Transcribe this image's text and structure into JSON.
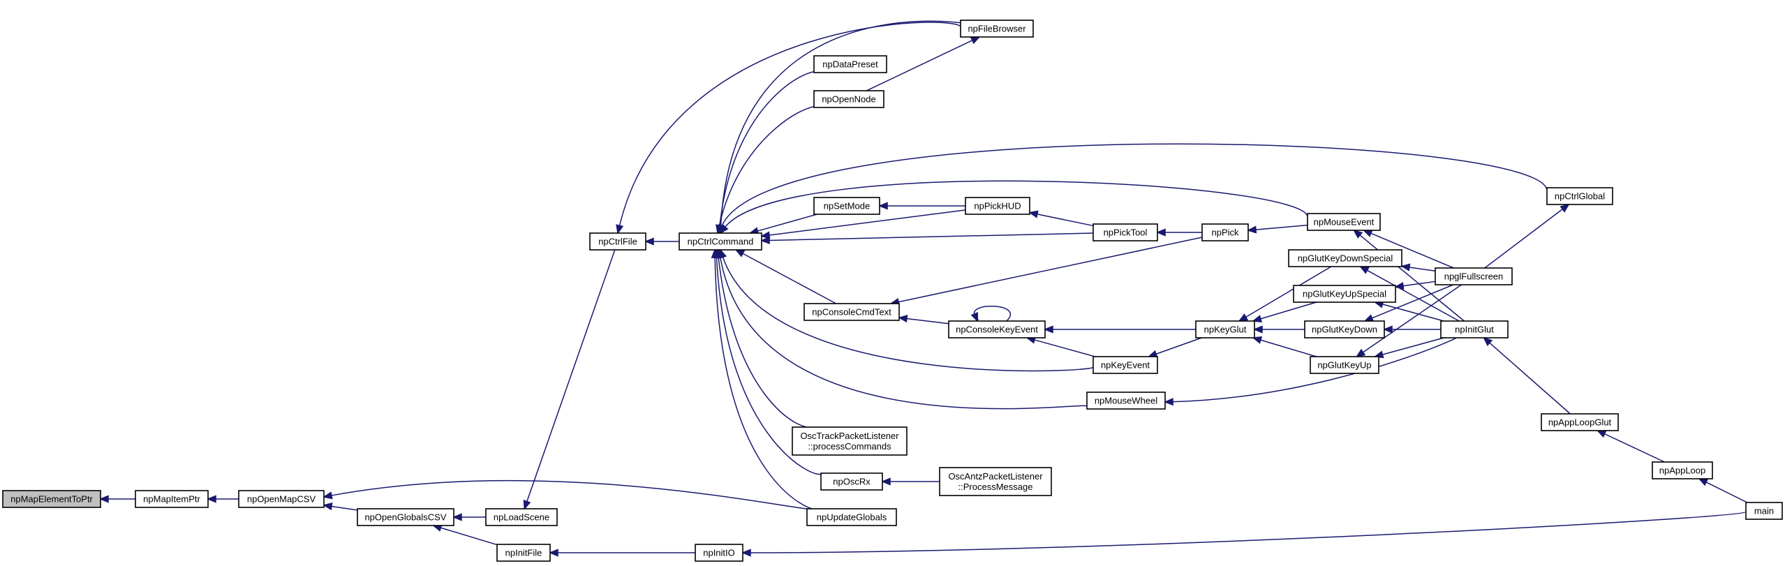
{
  "graph": {
    "title": "",
    "colors": {
      "edge": "#191970",
      "node_border": "#000000",
      "root_fill": "#c0c0c0",
      "node_fill": "#ffffff"
    },
    "nodes": [
      {
        "id": "npMapElementToPtr",
        "lines": [
          "npMapElementToPtr"
        ],
        "root": true
      },
      {
        "id": "npMapItemPtr",
        "lines": [
          "npMapItemPtr"
        ]
      },
      {
        "id": "npOpenMapCSV",
        "lines": [
          "npOpenMapCSV"
        ]
      },
      {
        "id": "npOpenGlobalsCSV",
        "lines": [
          "npOpenGlobalsCSV"
        ]
      },
      {
        "id": "npLoadScene",
        "lines": [
          "npLoadScene"
        ]
      },
      {
        "id": "npInitFile",
        "lines": [
          "npInitFile"
        ]
      },
      {
        "id": "npCtrlFile",
        "lines": [
          "npCtrlFile"
        ]
      },
      {
        "id": "npCtrlCommand",
        "lines": [
          "npCtrlCommand"
        ]
      },
      {
        "id": "npInitIO",
        "lines": [
          "npInitIO"
        ]
      },
      {
        "id": "npFileBrowser",
        "lines": [
          "npFileBrowser"
        ]
      },
      {
        "id": "npDataPreset",
        "lines": [
          "npDataPreset"
        ]
      },
      {
        "id": "npOpenNode",
        "lines": [
          "npOpenNode"
        ]
      },
      {
        "id": "npSetMode",
        "lines": [
          "npSetMode"
        ]
      },
      {
        "id": "npPickHUD",
        "lines": [
          "npPickHUD"
        ]
      },
      {
        "id": "npPickTool",
        "lines": [
          "npPickTool"
        ]
      },
      {
        "id": "npPick",
        "lines": [
          "npPick"
        ]
      },
      {
        "id": "npMouseEvent",
        "lines": [
          "npMouseEvent"
        ]
      },
      {
        "id": "npCtrlGlobal",
        "lines": [
          "npCtrlGlobal"
        ]
      },
      {
        "id": "npConsoleCmdText",
        "lines": [
          "npConsoleCmdText"
        ]
      },
      {
        "id": "npConsoleKeyEvent",
        "lines": [
          "npConsoleKeyEvent"
        ]
      },
      {
        "id": "npKeyGlut",
        "lines": [
          "npKeyGlut"
        ]
      },
      {
        "id": "npKeyEvent",
        "lines": [
          "npKeyEvent"
        ]
      },
      {
        "id": "npMouseWheel",
        "lines": [
          "npMouseWheel"
        ]
      },
      {
        "id": "OscTrackPacketListener",
        "lines": [
          "OscTrackPacketListener",
          "::processCommands"
        ]
      },
      {
        "id": "npOscRx",
        "lines": [
          "npOscRx"
        ]
      },
      {
        "id": "OscAntzPacketListener",
        "lines": [
          "OscAntzPacketListener",
          "::ProcessMessage"
        ]
      },
      {
        "id": "npUpdateGlobals",
        "lines": [
          "npUpdateGlobals"
        ]
      },
      {
        "id": "npGlutKeyDownSpecial",
        "lines": [
          "npGlutKeyDownSpecial"
        ]
      },
      {
        "id": "npGlutKeyUpSpecial",
        "lines": [
          "npGlutKeyUpSpecial"
        ]
      },
      {
        "id": "npGlutKeyDown",
        "lines": [
          "npGlutKeyDown"
        ]
      },
      {
        "id": "npGlutKeyUp",
        "lines": [
          "npGlutKeyUp"
        ]
      },
      {
        "id": "npglFullscreen",
        "lines": [
          "npglFullscreen"
        ]
      },
      {
        "id": "npInitGlut",
        "lines": [
          "npInitGlut"
        ]
      },
      {
        "id": "npAppLoopGlut",
        "lines": [
          "npAppLoopGlut"
        ]
      },
      {
        "id": "npAppLoop",
        "lines": [
          "npAppLoop"
        ]
      },
      {
        "id": "main",
        "lines": [
          "main"
        ]
      }
    ],
    "edges": [
      {
        "from": "npMapItemPtr",
        "to": "npMapElementToPtr"
      },
      {
        "from": "npOpenMapCSV",
        "to": "npMapItemPtr"
      },
      {
        "from": "npOpenGlobalsCSV",
        "to": "npOpenMapCSV"
      },
      {
        "from": "npUpdateGlobals",
        "to": "npOpenMapCSV"
      },
      {
        "from": "npLoadScene",
        "to": "npOpenGlobalsCSV"
      },
      {
        "from": "npInitFile",
        "to": "npOpenGlobalsCSV"
      },
      {
        "from": "npCtrlFile",
        "to": "npLoadScene"
      },
      {
        "from": "npInitIO",
        "to": "npInitFile"
      },
      {
        "from": "main",
        "to": "npInitIO"
      },
      {
        "from": "npCtrlCommand",
        "to": "npCtrlFile"
      },
      {
        "from": "npFileBrowser",
        "to": "npCtrlFile"
      },
      {
        "from": "npFileBrowser",
        "to": "npCtrlCommand"
      },
      {
        "from": "npDataPreset",
        "to": "npCtrlCommand"
      },
      {
        "from": "npOpenNode",
        "to": "npCtrlCommand"
      },
      {
        "from": "npOpenNode",
        "to": "npFileBrowser"
      },
      {
        "from": "npCtrlGlobal",
        "to": "npCtrlCommand"
      },
      {
        "from": "npMouseEvent",
        "to": "npCtrlCommand"
      },
      {
        "from": "npSetMode",
        "to": "npCtrlCommand"
      },
      {
        "from": "npPickHUD",
        "to": "npCtrlCommand"
      },
      {
        "from": "npPickTool",
        "to": "npCtrlCommand"
      },
      {
        "from": "npConsoleCmdText",
        "to": "npCtrlCommand"
      },
      {
        "from": "npKeyEvent",
        "to": "npCtrlCommand"
      },
      {
        "from": "npMouseWheel",
        "to": "npCtrlCommand"
      },
      {
        "from": "OscTrackPacketListener",
        "to": "npCtrlCommand"
      },
      {
        "from": "npOscRx",
        "to": "npCtrlCommand"
      },
      {
        "from": "npUpdateGlobals",
        "to": "npCtrlCommand"
      },
      {
        "from": "npPickHUD",
        "to": "npSetMode"
      },
      {
        "from": "npPickTool",
        "to": "npPickHUD"
      },
      {
        "from": "npPick",
        "to": "npPickTool"
      },
      {
        "from": "npMouseEvent",
        "to": "npPick"
      },
      {
        "from": "npInitGlut",
        "to": "npMouseEvent"
      },
      {
        "from": "npglFullscreen",
        "to": "npCtrlGlobal"
      },
      {
        "from": "npPick",
        "to": "npConsoleCmdText"
      },
      {
        "from": "npConsoleKeyEvent",
        "to": "npConsoleCmdText"
      },
      {
        "from": "npConsoleKeyEvent",
        "to": "npConsoleKeyEvent"
      },
      {
        "from": "npKeyGlut",
        "to": "npConsoleKeyEvent"
      },
      {
        "from": "npKeyEvent",
        "to": "npConsoleKeyEvent"
      },
      {
        "from": "npKeyGlut",
        "to": "npKeyEvent"
      },
      {
        "from": "npGlutKeyDownSpecial",
        "to": "npKeyGlut"
      },
      {
        "from": "npGlutKeyUpSpecial",
        "to": "npKeyGlut"
      },
      {
        "from": "npGlutKeyDown",
        "to": "npKeyGlut"
      },
      {
        "from": "npGlutKeyUp",
        "to": "npKeyGlut"
      },
      {
        "from": "npInitGlut",
        "to": "npMouseWheel"
      },
      {
        "from": "npglFullscreen",
        "to": "npMouseEvent"
      },
      {
        "from": "npglFullscreen",
        "to": "npGlutKeyDownSpecial"
      },
      {
        "from": "npInitGlut",
        "to": "npGlutKeyDownSpecial"
      },
      {
        "from": "npglFullscreen",
        "to": "npGlutKeyUpSpecial"
      },
      {
        "from": "npInitGlut",
        "to": "npGlutKeyUpSpecial"
      },
      {
        "from": "npglFullscreen",
        "to": "npGlutKeyDown"
      },
      {
        "from": "npInitGlut",
        "to": "npGlutKeyDown"
      },
      {
        "from": "npglFullscreen",
        "to": "npGlutKeyUp"
      },
      {
        "from": "npInitGlut",
        "to": "npGlutKeyUp"
      },
      {
        "from": "OscAntzPacketListener",
        "to": "npOscRx"
      },
      {
        "from": "npAppLoopGlut",
        "to": "npInitGlut"
      },
      {
        "from": "npAppLoop",
        "to": "npAppLoopGlut"
      },
      {
        "from": "main",
        "to": "npAppLoop"
      }
    ]
  }
}
